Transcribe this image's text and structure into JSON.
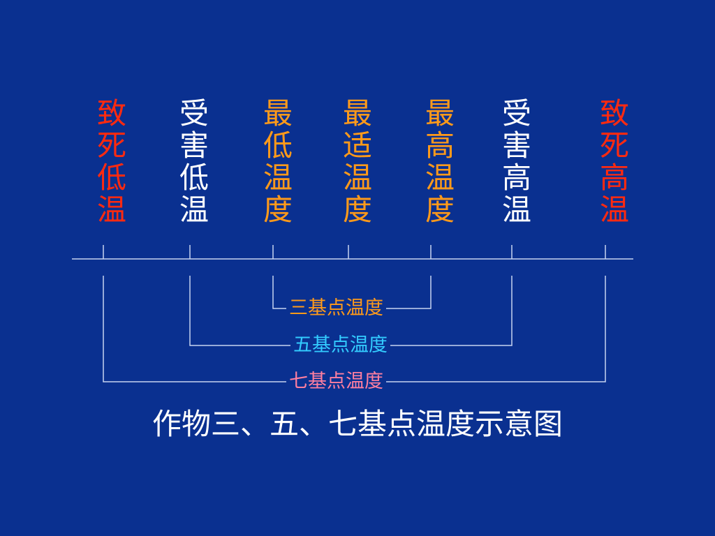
{
  "colors": {
    "background": "#0a3090",
    "lethal": "#ff2a10",
    "harm": "#ffffff",
    "optimal": "#ff9a1a",
    "line": "#c8d4f0",
    "three_point": "#ff9a1a",
    "five_point": "#33ccff",
    "seven_point": "#ff7fa0"
  },
  "temperature_points": [
    {
      "text": "致死低温",
      "color_key": "lethal"
    },
    {
      "text": "受害低温",
      "color_key": "harm"
    },
    {
      "text": "最低温度",
      "color_key": "optimal"
    },
    {
      "text": "最适温度",
      "color_key": "optimal"
    },
    {
      "text": "最高温度",
      "color_key": "optimal"
    },
    {
      "text": "受害高温",
      "color_key": "harm"
    },
    {
      "text": "致死高温",
      "color_key": "lethal"
    }
  ],
  "brackets": [
    {
      "label": "三基点温度",
      "color_key": "three_point",
      "from_index": 2,
      "to_index": 4
    },
    {
      "label": "五基点温度",
      "color_key": "five_point",
      "from_index": 1,
      "to_index": 5
    },
    {
      "label": "七基点温度",
      "color_key": "seven_point",
      "from_index": 0,
      "to_index": 6
    }
  ],
  "caption": "作物三、五、七基点温度示意图"
}
